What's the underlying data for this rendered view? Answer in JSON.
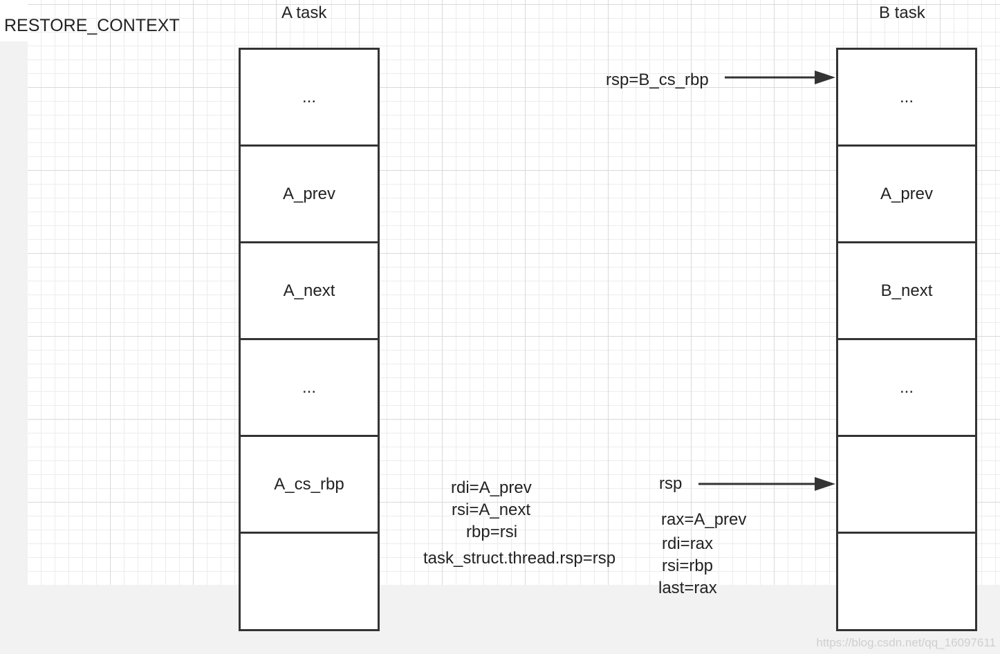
{
  "title": "RESTORE_CONTEXT",
  "stacks": {
    "a": {
      "title": "A task",
      "cells": [
        "...",
        "A_prev",
        "A_next",
        "...",
        "A_cs_rbp",
        ""
      ]
    },
    "b": {
      "title": "B task",
      "cells": [
        "...",
        "A_prev",
        "B_next",
        "...",
        "",
        ""
      ]
    }
  },
  "arrows": {
    "top": "rsp=B_cs_rbp",
    "bottom": "rsp"
  },
  "notes_left": [
    "rdi=A_prev",
    "rsi=A_next",
    "rbp=rsi",
    "task_struct.thread.rsp=rsp"
  ],
  "notes_right": [
    "rax=A_prev",
    "rdi=rax",
    "rsi=rbp",
    "last=rax"
  ],
  "watermark": "https://blog.csdn.net/qq_16097611"
}
